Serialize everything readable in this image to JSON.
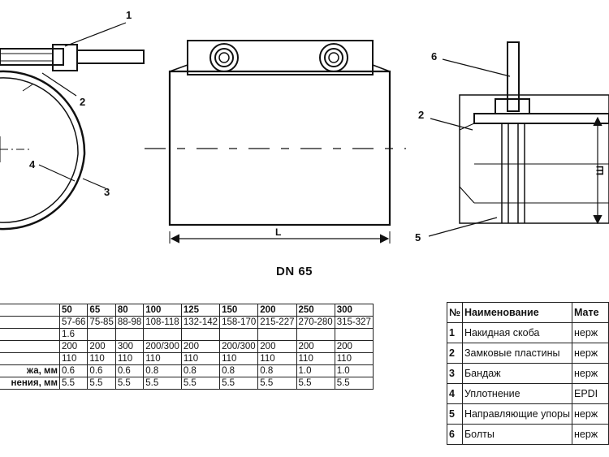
{
  "drawing": {
    "callouts": [
      "1",
      "2",
      "3",
      "4",
      "2",
      "5",
      "6"
    ],
    "dimension_labels": {
      "length": "L",
      "height": "Ш"
    },
    "title": "DN 65"
  },
  "spec_table": {
    "header": [
      "",
      "50",
      "65",
      "80",
      "100",
      "125",
      "150",
      "200",
      "250",
      "300"
    ],
    "rows": [
      [
        "",
        "57-66",
        "75-85",
        "88-98",
        "108-118",
        "132-142",
        "158-170",
        "215-227",
        "270-280",
        "315-327"
      ],
      [
        "",
        "1.6",
        "",
        "",
        "",
        "",
        "",
        "",
        "",
        ""
      ],
      [
        "",
        "200",
        "200",
        "300",
        "200/300",
        "200",
        "200/300",
        "200",
        "200",
        "200"
      ],
      [
        "",
        "110",
        "110",
        "110",
        "110",
        "110",
        "110",
        "110",
        "110",
        "110"
      ],
      [
        "жа, мм",
        "0.6",
        "0.6",
        "0.6",
        "0.8",
        "0.8",
        "0.8",
        "0.8",
        "1.0",
        "1.0"
      ],
      [
        "нения, мм",
        "5.5",
        "5.5",
        "5.5",
        "5.5",
        "5.5",
        "5.5",
        "5.5",
        "5.5",
        "5.5"
      ]
    ]
  },
  "parts_table": {
    "header": [
      "№",
      "Наименование",
      "Мате"
    ],
    "rows": [
      [
        "1",
        "Накидная скоба",
        "нерж"
      ],
      [
        "2",
        "Замковые пластины",
        "нерж"
      ],
      [
        "3",
        "Бандаж",
        "нерж"
      ],
      [
        "4",
        "Уплотнение",
        "EPDI"
      ],
      [
        "5",
        "Направляющие упоры",
        "нерж"
      ],
      [
        "6",
        "Болты",
        "нерж"
      ]
    ]
  }
}
